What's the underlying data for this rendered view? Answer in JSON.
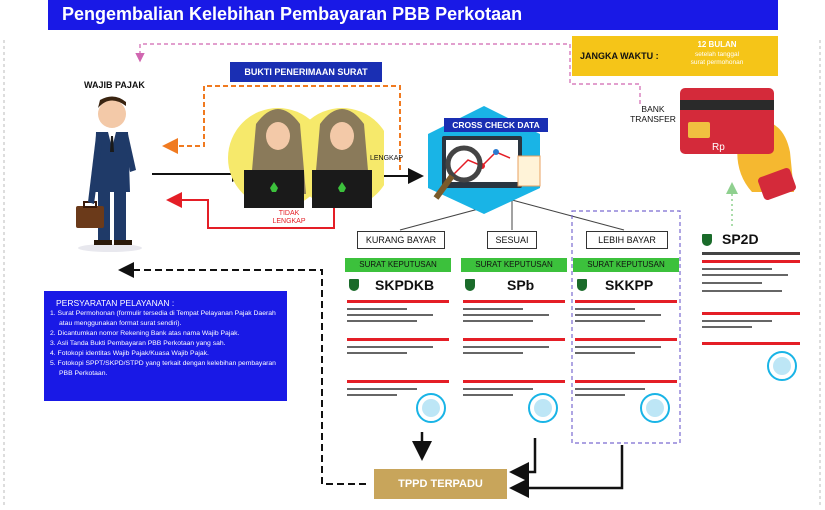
{
  "title": "Pengembalian Kelebihan Pembayaran PBB Perkotaan",
  "time_frame": {
    "label": "JANGKA WAKTU :",
    "value": "12 BULAN",
    "note_line1": "setelah tanggal",
    "note_line2": "surat permohonan"
  },
  "actors": {
    "taxpayer": "WAJIB PAJAK",
    "bank_transfer_line1": "BANK",
    "bank_transfer_line2": "TRANSFER"
  },
  "receipt_label": "BUKTI PENERIMAAN SURAT",
  "cross_check_label": "CROSS CHECK DATA",
  "flow_labels": {
    "complete": "LENGKAP",
    "incomplete_line1": "TIDAK",
    "incomplete_line2": "LENGKAP"
  },
  "outcomes": [
    {
      "status": "KURANG BAYAR",
      "tag": "SURAT KEPUTUSAN",
      "code": "SKPDKB"
    },
    {
      "status": "SESUAI",
      "tag": "SURAT KEPUTUSAN",
      "code": "SPb"
    },
    {
      "status": "LEBIH BAYAR",
      "tag": "SURAT KEPUTUSAN",
      "code": "SKKPP"
    }
  ],
  "sp2d_label": "SP2D",
  "requirements": {
    "title": "PERSYARATAN PELAYANAN :",
    "items": [
      "1. Surat Permohonan (formulir tersedia di Tempat Pelayanan Pajak Daerah atau menggunakan format surat sendiri).",
      "2. Dicantumkan nomor Rekening Bank atas nama Wajib Pajak.",
      "3. Asli Tanda Bukti Pembayaran PBB Perkotaan yang sah.",
      "4. Fotokopi identitas Wajib Pajak/Kuasa Wajib Pajak.",
      "5. Fotokopi SPPT/SKPD/STPD yang terkait dengan kelebihan pembayaran PBB Perkotaan."
    ]
  },
  "destination": "TPPD TERPADU",
  "currency_symbol": "Rp",
  "colors": {
    "title_bar": "#1919e6",
    "timeframe_bg": "#f5c518",
    "label_bg": "#1a2fb3",
    "tag_green": "#3cc13c",
    "doc_red": "#e41e26",
    "tppd_bg": "#c8a55b",
    "flow_orange": "#f07a20",
    "flow_red": "#e41e26",
    "dashed_pink": "#d066b0",
    "highlight_purple": "#7a6ad0"
  }
}
